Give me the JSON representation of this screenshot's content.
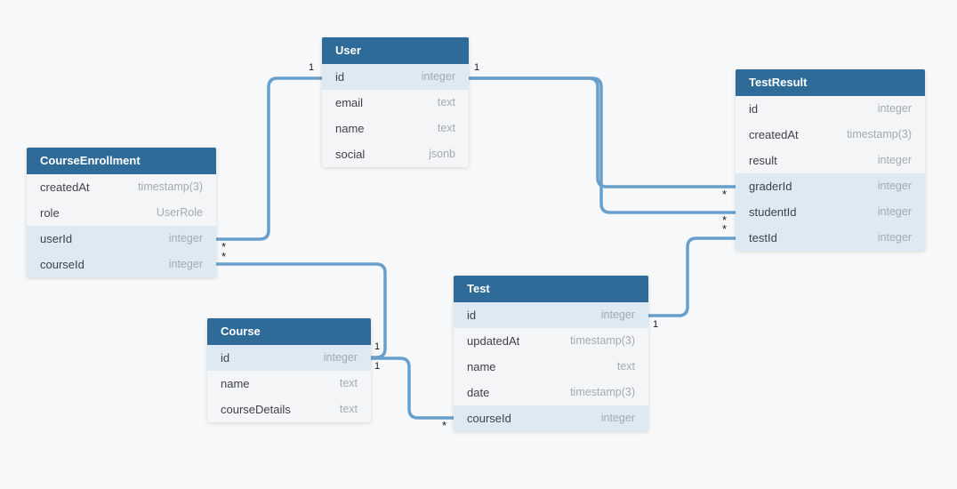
{
  "diagram": {
    "type": "entity-relationship",
    "background_color": "#f7f8f9",
    "header_color": "#2e6b99",
    "row_color": "#f4f5f6",
    "key_row_highlight_color": "#ddeaf3",
    "relationship_line_color": "#699fcd"
  },
  "tables": {
    "user": {
      "title": "User",
      "rows": [
        {
          "name": "id",
          "type": "integer",
          "highlight": true
        },
        {
          "name": "email",
          "type": "text",
          "highlight": false
        },
        {
          "name": "name",
          "type": "text",
          "highlight": false
        },
        {
          "name": "social",
          "type": "jsonb",
          "highlight": false
        }
      ]
    },
    "course_enrollment": {
      "title": "CourseEnrollment",
      "rows": [
        {
          "name": "createdAt",
          "type": "timestamp(3)",
          "highlight": false
        },
        {
          "name": "role",
          "type": "UserRole",
          "highlight": false
        },
        {
          "name": "userId",
          "type": "integer",
          "highlight": true
        },
        {
          "name": "courseId",
          "type": "integer",
          "highlight": true
        }
      ]
    },
    "test_result": {
      "title": "TestResult",
      "rows": [
        {
          "name": "id",
          "type": "integer",
          "highlight": false
        },
        {
          "name": "createdAt",
          "type": "timestamp(3)",
          "highlight": false
        },
        {
          "name": "result",
          "type": "integer",
          "highlight": false
        },
        {
          "name": "graderId",
          "type": "integer",
          "highlight": true
        },
        {
          "name": "studentId",
          "type": "integer",
          "highlight": true
        },
        {
          "name": "testId",
          "type": "integer",
          "highlight": true
        }
      ]
    },
    "course": {
      "title": "Course",
      "rows": [
        {
          "name": "id",
          "type": "integer",
          "highlight": true
        },
        {
          "name": "name",
          "type": "text",
          "highlight": false
        },
        {
          "name": "courseDetails",
          "type": "text",
          "highlight": false
        }
      ]
    },
    "test": {
      "title": "Test",
      "rows": [
        {
          "name": "id",
          "type": "integer",
          "highlight": true
        },
        {
          "name": "updatedAt",
          "type": "timestamp(3)",
          "highlight": false
        },
        {
          "name": "name",
          "type": "text",
          "highlight": false
        },
        {
          "name": "date",
          "type": "timestamp(3)",
          "highlight": false
        },
        {
          "name": "courseId",
          "type": "integer",
          "highlight": true
        }
      ]
    }
  },
  "relationships": [
    {
      "from": "User.id",
      "to": "CourseEnrollment.userId",
      "from_cardinality": "1",
      "to_cardinality": "*"
    },
    {
      "from": "User.id",
      "to": "TestResult.graderId",
      "from_cardinality": "1",
      "to_cardinality": "*"
    },
    {
      "from": "User.id",
      "to": "TestResult.studentId",
      "from_cardinality": "1",
      "to_cardinality": "*"
    },
    {
      "from": "Test.id",
      "to": "TestResult.testId",
      "from_cardinality": "1",
      "to_cardinality": "*"
    },
    {
      "from": "Course.id",
      "to": "CourseEnrollment.courseId",
      "from_cardinality": "1",
      "to_cardinality": "*"
    },
    {
      "from": "Course.id",
      "to": "Test.courseId",
      "from_cardinality": "1",
      "to_cardinality": "*"
    }
  ],
  "cardinality": {
    "one": "1",
    "many": "*"
  }
}
